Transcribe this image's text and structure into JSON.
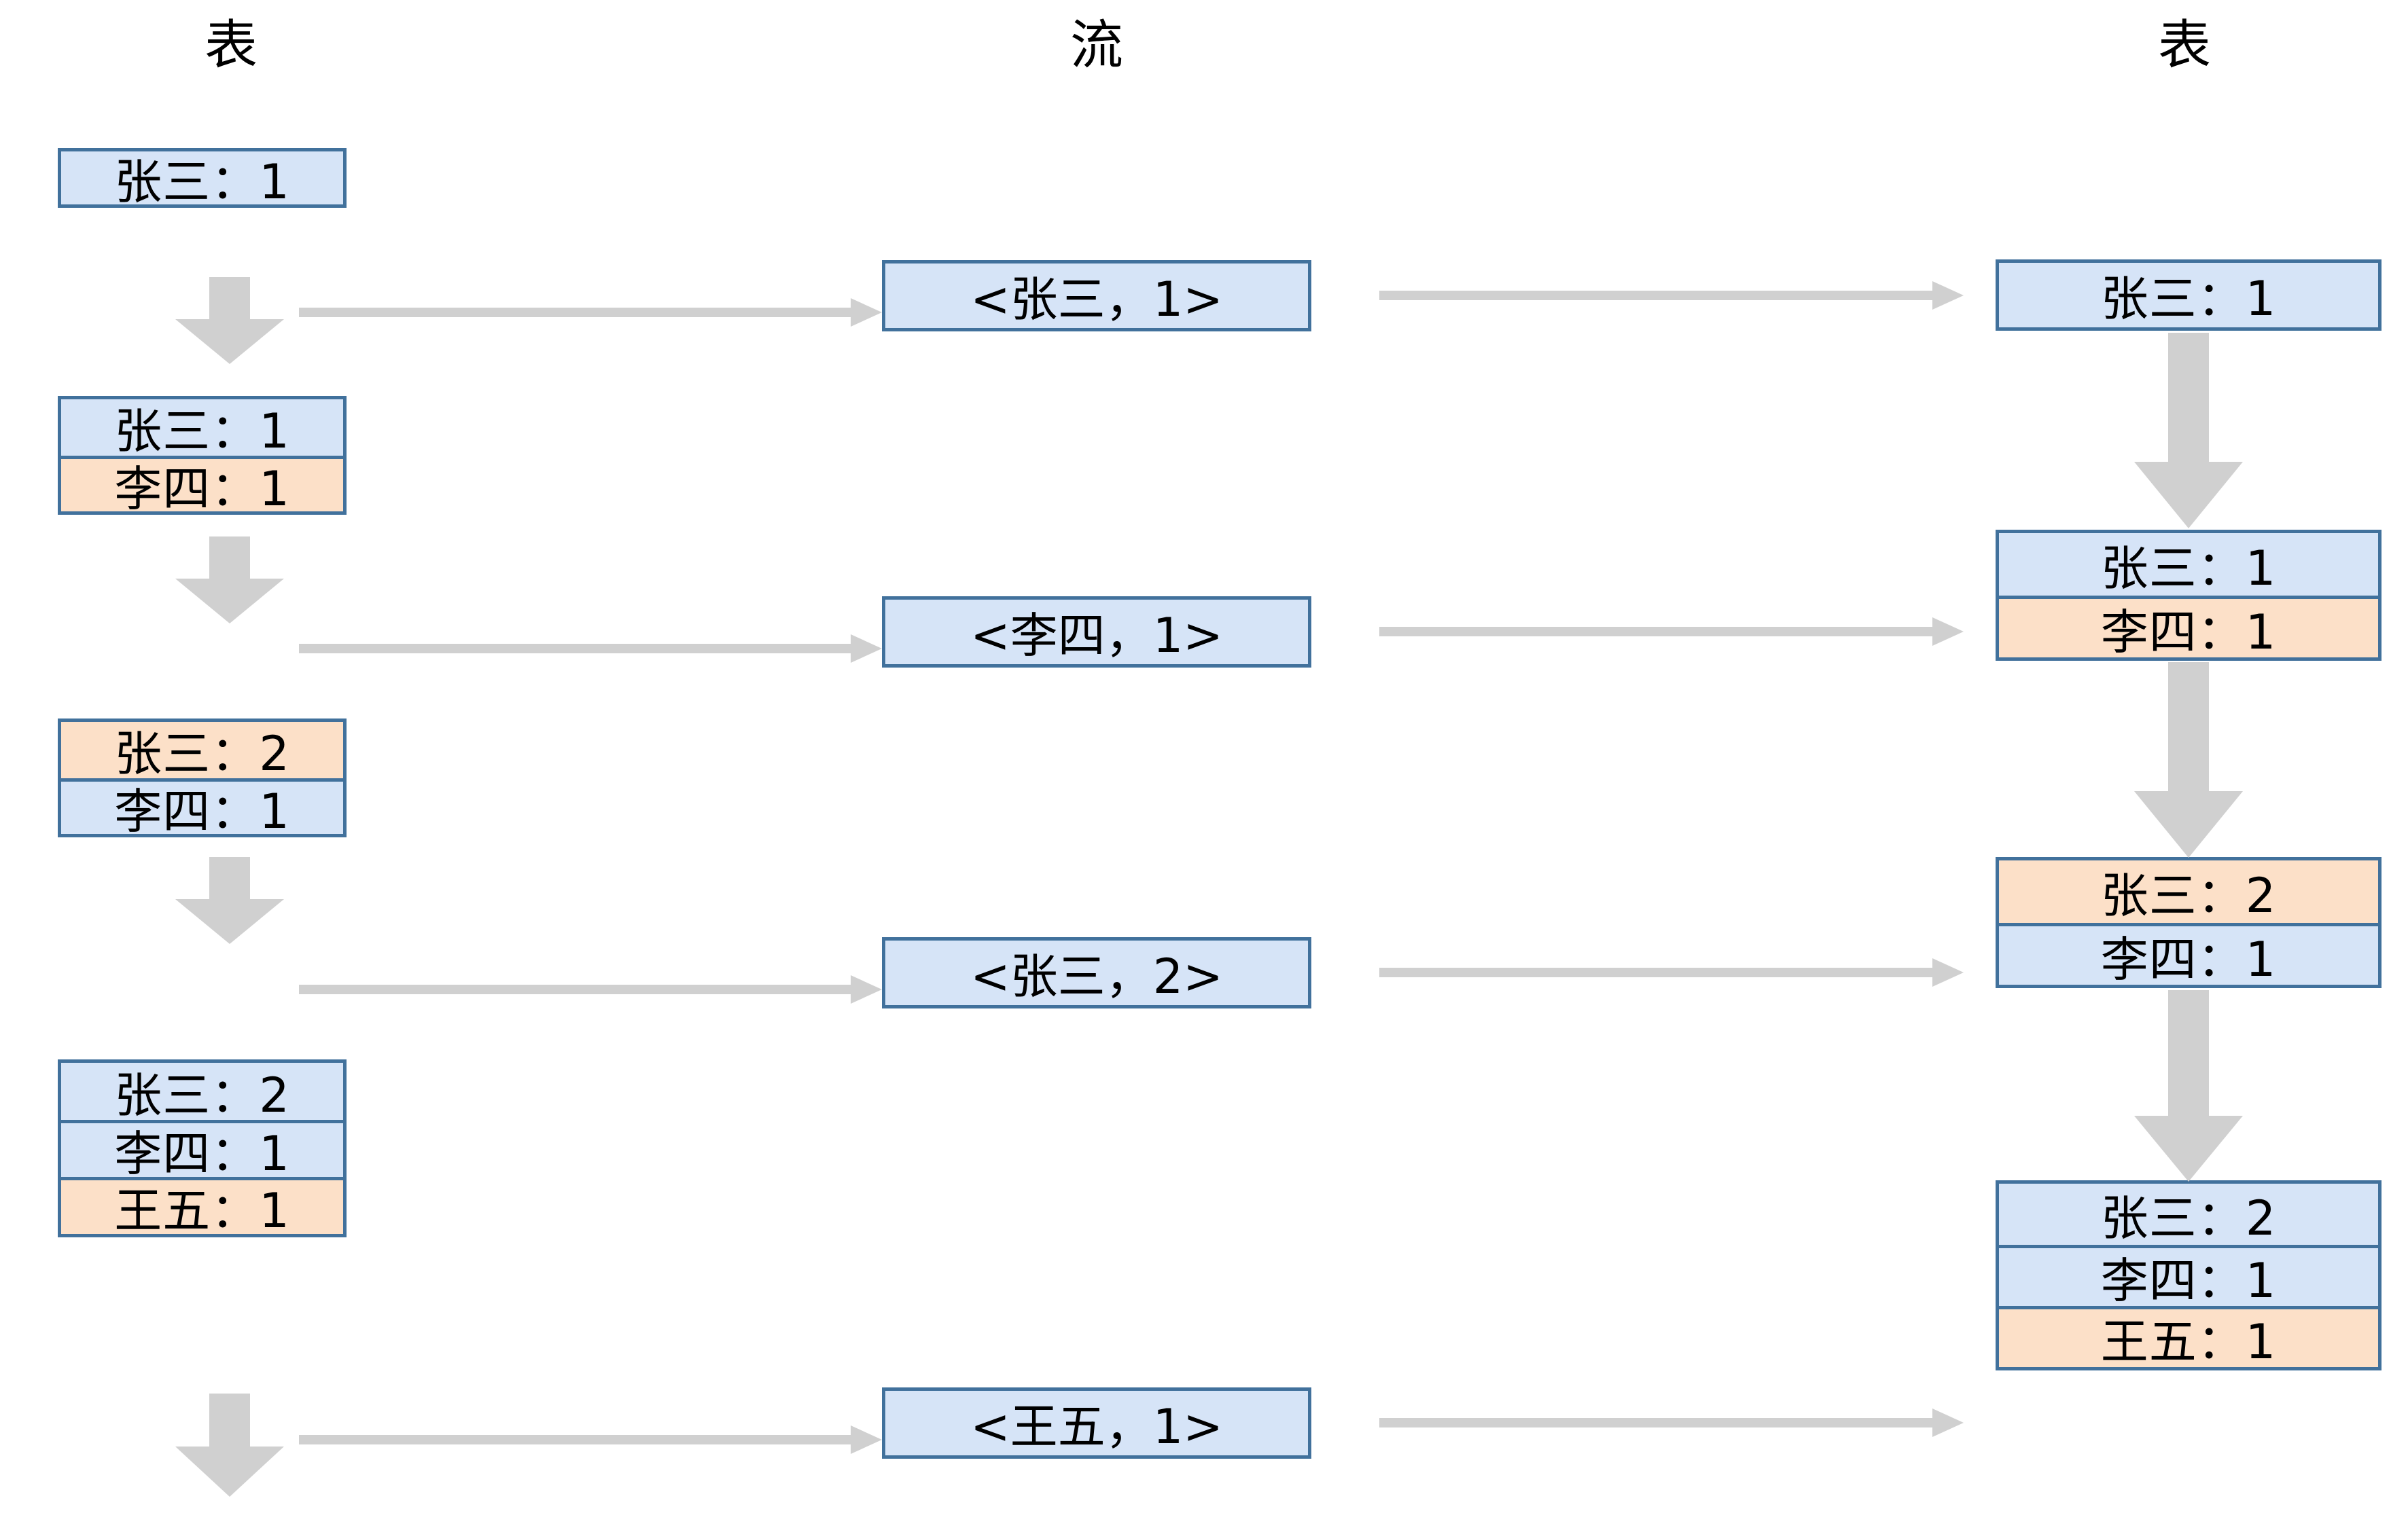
{
  "diagram": {
    "title_left": "表",
    "title_middle": "流",
    "title_right": "表",
    "colors": {
      "box_border": "#41719c",
      "fill_blue": "#d6e4f7",
      "fill_orange": "#fce0c8",
      "arrow_gray": "#d0d0d0",
      "background": "#ffffff"
    }
  },
  "left_tables": [
    {
      "rows": [
        {
          "label": "张三：1",
          "color": "blue"
        }
      ]
    },
    {
      "rows": [
        {
          "label": "张三：1",
          "color": "blue"
        },
        {
          "label": "李四：1",
          "color": "orange"
        }
      ]
    },
    {
      "rows": [
        {
          "label": "张三：2",
          "color": "orange"
        },
        {
          "label": "李四：1",
          "color": "blue"
        }
      ]
    },
    {
      "rows": [
        {
          "label": "张三：2",
          "color": "blue"
        },
        {
          "label": "李四：1",
          "color": "blue"
        },
        {
          "label": "王五：1",
          "color": "orange"
        }
      ]
    }
  ],
  "stream_events": [
    {
      "label": "<张三，1>"
    },
    {
      "label": "<李四，1>"
    },
    {
      "label": "<张三，2>"
    },
    {
      "label": "<王五，1>"
    }
  ],
  "right_tables": [
    {
      "rows": [
        {
          "label": "张三：1",
          "color": "blue"
        }
      ]
    },
    {
      "rows": [
        {
          "label": "张三：1",
          "color": "blue"
        },
        {
          "label": "李四：1",
          "color": "orange"
        }
      ]
    },
    {
      "rows": [
        {
          "label": "张三：2",
          "color": "orange"
        },
        {
          "label": "李四：1",
          "color": "blue"
        }
      ]
    },
    {
      "rows": [
        {
          "label": "张三：2",
          "color": "blue"
        },
        {
          "label": "李四：1",
          "color": "blue"
        },
        {
          "label": "王五：1",
          "color": "orange"
        }
      ]
    }
  ]
}
